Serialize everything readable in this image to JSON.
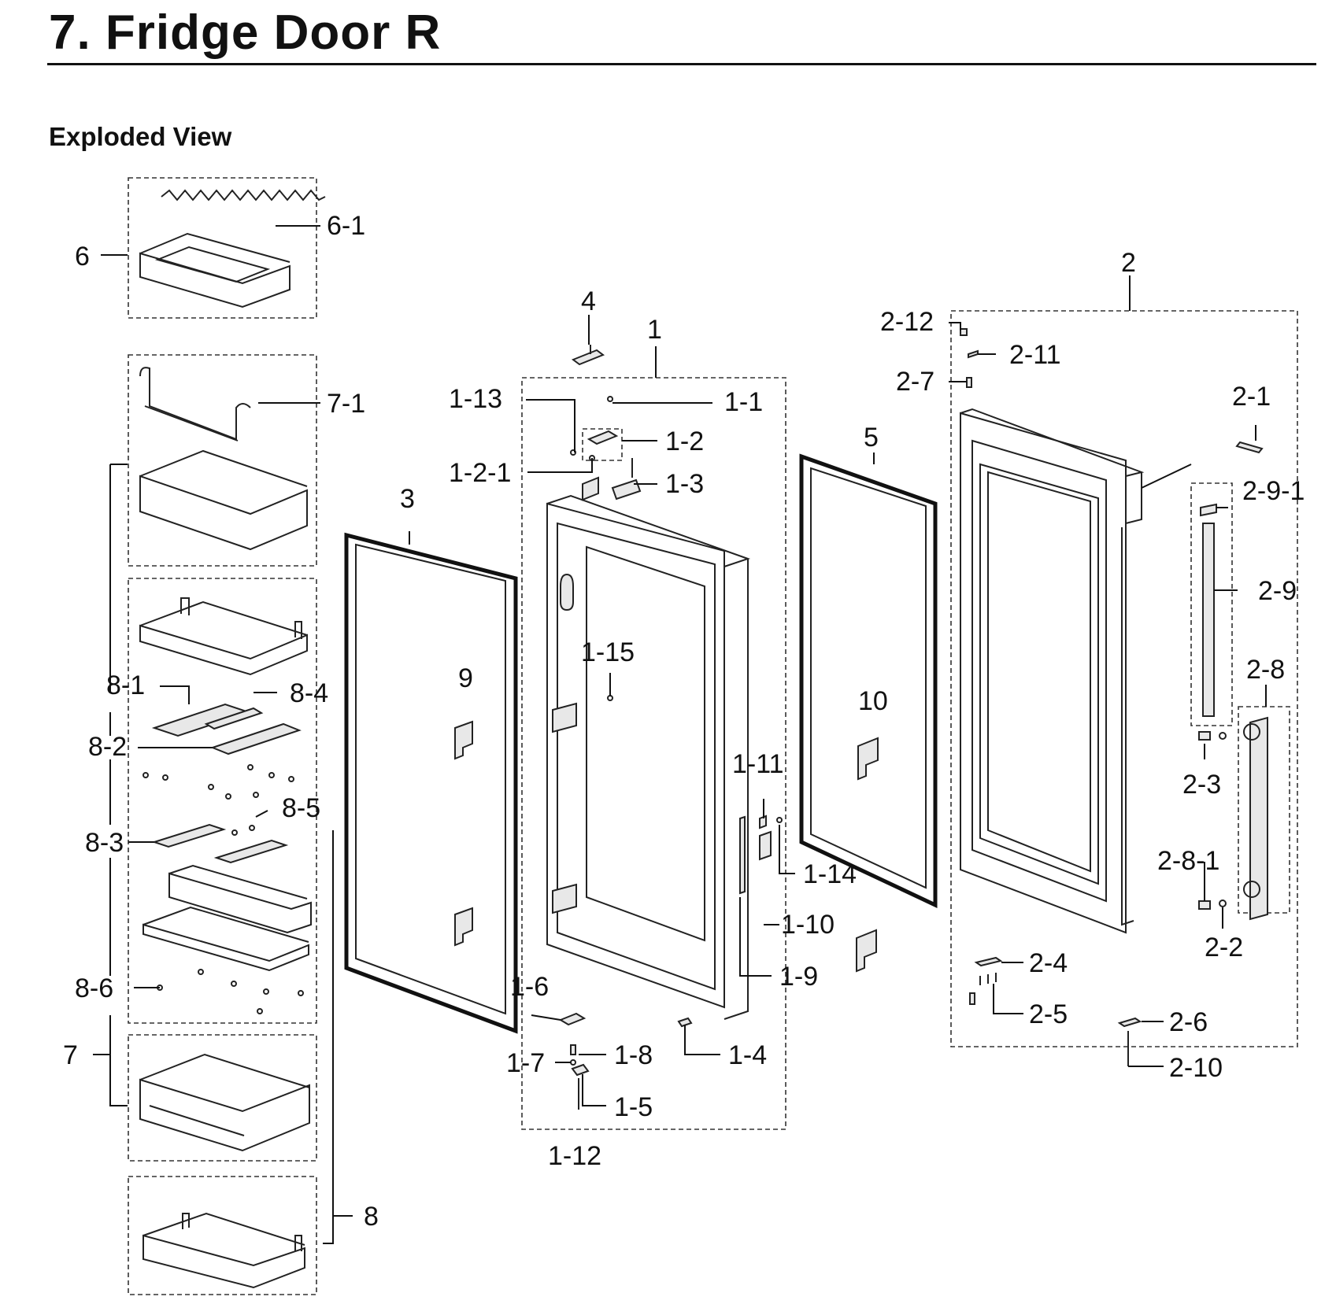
{
  "title": "7.  Fridge Door R",
  "subtitle": "Exploded View",
  "callouts": {
    "c6": "6",
    "c6_1": "6-1",
    "c7": "7",
    "c7_1": "7-1",
    "c8": "8",
    "c8_1": "8-1",
    "c8_2": "8-2",
    "c8_3": "8-3",
    "c8_4": "8-4",
    "c8_5": "8-5",
    "c8_6": "8-6",
    "c3": "3",
    "c9": "9",
    "c4": "4",
    "c1": "1",
    "c1_1": "1-1",
    "c1_2": "1-2",
    "c1_2_1": "1-2-1",
    "c1_3": "1-3",
    "c1_4": "1-4",
    "c1_5": "1-5",
    "c1_6": "1-6",
    "c1_7": "1-7",
    "c1_8": "1-8",
    "c1_9": "1-9",
    "c1_10": "1-10",
    "c1_11": "1-11",
    "c1_12": "1-12",
    "c1_13": "1-13",
    "c1_14": "1-14",
    "c1_15": "1-15",
    "c5": "5",
    "c10": "10",
    "c2": "2",
    "c2_1": "2-1",
    "c2_2": "2-2",
    "c2_3": "2-3",
    "c2_4": "2-4",
    "c2_5": "2-5",
    "c2_6": "2-6",
    "c2_7": "2-7",
    "c2_8": "2-8",
    "c2_8_1": "2-8-1",
    "c2_9": "2-9",
    "c2_9_1": "2-9-1",
    "c2_10": "2-10",
    "c2_11": "2-11",
    "c2_12": "2-12"
  }
}
